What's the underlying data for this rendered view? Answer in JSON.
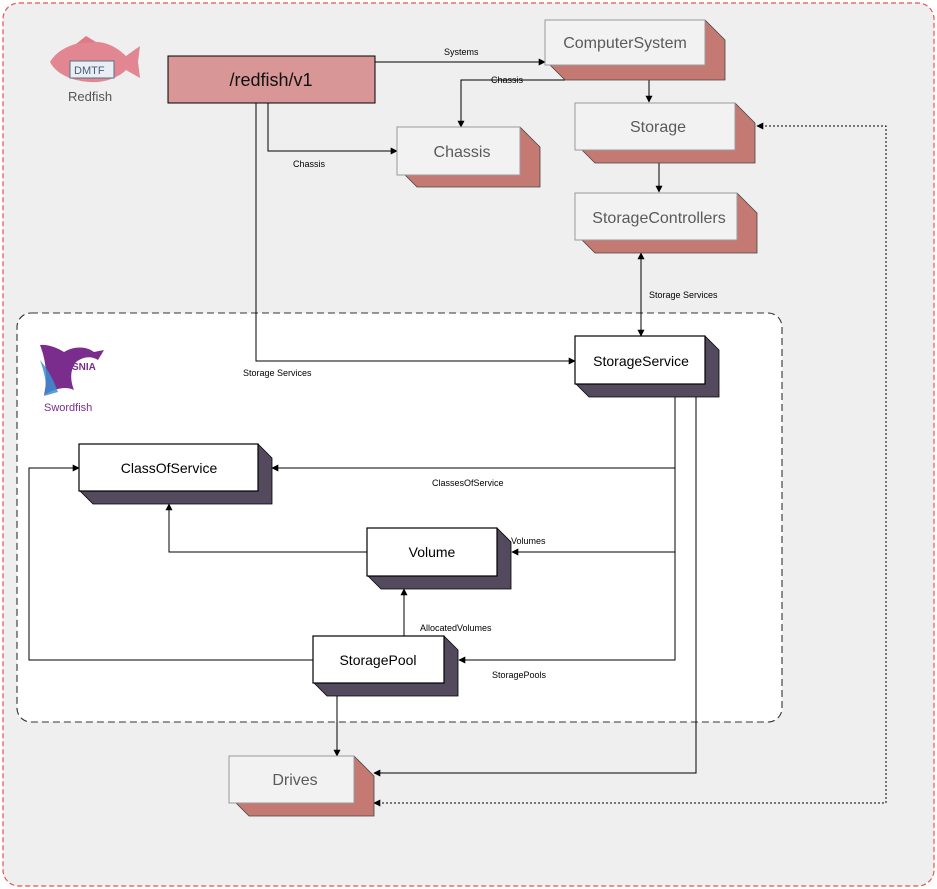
{
  "root": {
    "label": "/redfish/v1"
  },
  "nodes": {
    "computer_system": "ComputerSystem",
    "storage": "Storage",
    "chassis": "Chassis",
    "storage_controllers": "StorageControllers",
    "storage_service": "StorageService",
    "class_of_service": "ClassOfService",
    "volume": "Volume",
    "storage_pool": "StoragePool",
    "drives": "Drives"
  },
  "edges": {
    "systems": "Systems",
    "chassis_from_system": "Chassis",
    "chassis_from_root": "Chassis",
    "storage_services_controllers": "Storage Services",
    "storage_services_root": "Storage Services",
    "classes_of_service": "ClassesOfService",
    "volumes": "Volumes",
    "allocated_volumes": "AllocatedVolumes",
    "storage_pools": "StoragePools"
  },
  "logos": {
    "redfish": {
      "badge": "DMTF",
      "name": "Redfish"
    },
    "swordfish": {
      "badge": "SNIA",
      "name": "Swordfish",
      "trademark": "®"
    }
  },
  "colors": {
    "outer_border": "#e05555",
    "panel_bg": "#efefef",
    "root_fill": "#d89696",
    "redfish_shadow": "#c47a72",
    "swordfish_shadow": "#544a5e",
    "gray_box_fill": "#f2f2f2",
    "redfish_logo": "#e07b86",
    "swordfish_logo": "#7a2d8c"
  }
}
